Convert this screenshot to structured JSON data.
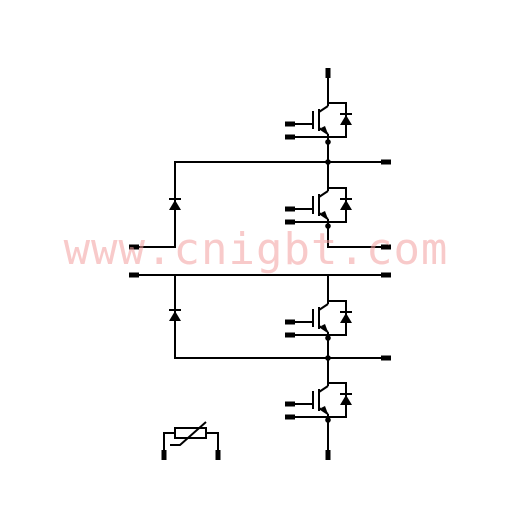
{
  "watermark": {
    "text": "www.cnigbt.com",
    "color": "#f4a0a0"
  },
  "colors": {
    "wire": "#000000",
    "background": "#ffffff"
  },
  "components": {
    "igbt_switches": 4,
    "freewheel_diodes": 4,
    "input_diodes": 2,
    "thermistors": 1
  }
}
